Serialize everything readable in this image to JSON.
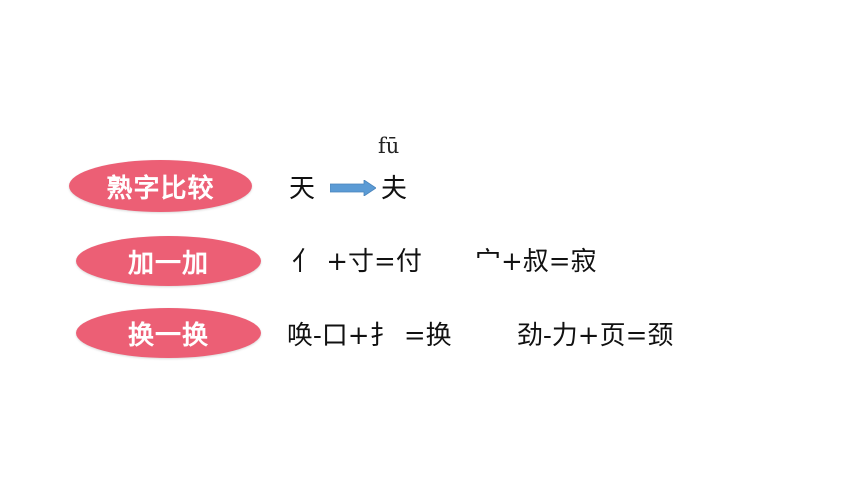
{
  "rows": [
    {
      "label": "熟字比较",
      "pinyin": "fū",
      "char_from": "天",
      "char_to": "夫"
    },
    {
      "label": "加一加",
      "formula_1": "亻 +寸=付",
      "formula_2": "宀+叔=寂"
    },
    {
      "label": "换一换",
      "formula_1": "唤-口+扌 =换",
      "formula_2": "劲-力+页=颈"
    }
  ],
  "colors": {
    "pill": "#ec5f75",
    "pill_text": "#ffffff",
    "arrow": "#5b9bd5",
    "text": "#111111"
  },
  "icons": {
    "row1_arrow": "right-arrow-icon"
  }
}
